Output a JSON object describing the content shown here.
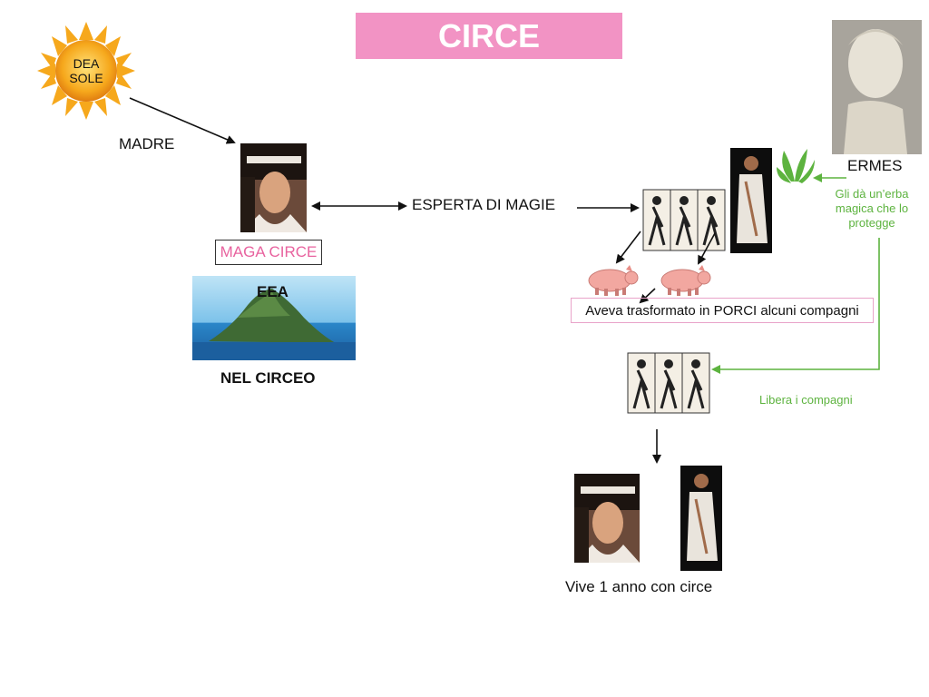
{
  "title": "CIRCE",
  "sun": {
    "label_line1": "DEA",
    "label_line2": "SOLE"
  },
  "labels": {
    "madre": "MADRE",
    "maga": "MAGA CIRCE",
    "eea": "EEA",
    "circeo": "NEL CIRCEO",
    "esperta": "ESPERTA DI MAGIE",
    "ermes": "ERMES",
    "erba_line1": "Gli dà un’erba",
    "erba_line2": "magica che lo",
    "erba_line3": "protegge",
    "porci": "Aveva trasformato in PORCI alcuni compagni",
    "libera": "Libera i compagni",
    "vive": "Vive 1 anno con circe"
  },
  "colors": {
    "title_bg": "#f293c4",
    "maga_text": "#e8639f",
    "green": "#5db33f",
    "pig": "#f2a7a0",
    "sun": "#f6a81c",
    "sea": "#2a86c9"
  },
  "icons": {
    "sun": "sun-icon",
    "herb": "herb-icon",
    "pig": "pig-icon",
    "island": "island-image"
  }
}
